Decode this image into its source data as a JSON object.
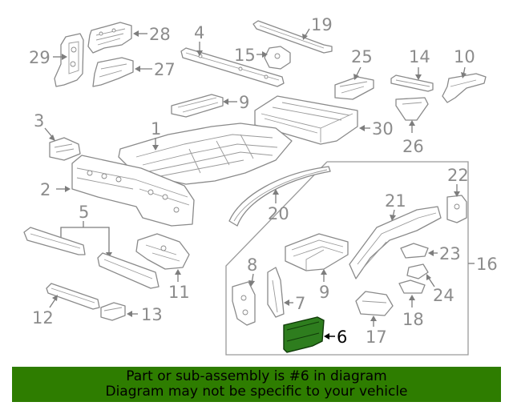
{
  "diagram": {
    "callouts": {
      "c1": "1",
      "c2": "2",
      "c3": "3",
      "c4": "4",
      "c5": "5",
      "c6": "6",
      "c7": "7",
      "c8": "8",
      "c9a": "9",
      "c9b": "9",
      "c10": "10",
      "c11": "11",
      "c12": "12",
      "c13": "13",
      "c14": "14",
      "c15": "15",
      "c16": "16",
      "c17": "17",
      "c18": "18",
      "c19": "19",
      "c20": "20",
      "c21": "21",
      "c22": "22",
      "c23": "23",
      "c24": "24",
      "c25": "25",
      "c26": "26",
      "c27": "27",
      "c28": "28",
      "c29": "29",
      "c30": "30"
    },
    "highlighted_part": "6",
    "colors": {
      "highlight": "#2e7d1e",
      "footer_bg": "#2e7d00",
      "line_gray": "#8a8a8a"
    }
  },
  "footer": {
    "line1": "Part or sub-assembly is #6 in diagram",
    "line2": "Diagram may not be specific to your vehicle"
  }
}
